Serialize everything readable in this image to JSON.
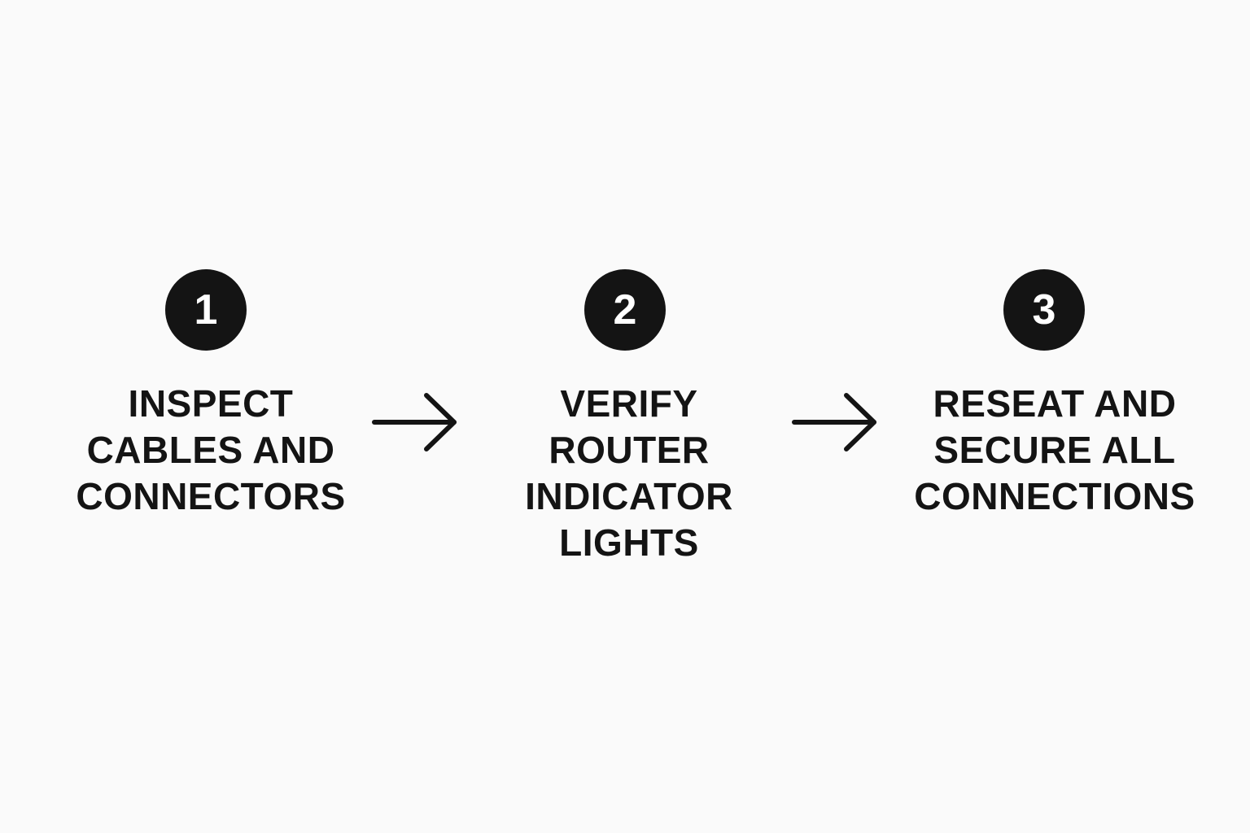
{
  "colors": {
    "background": "#fafafa",
    "badge_fill": "#141414",
    "badge_text": "#ffffff",
    "text": "#141414",
    "arrow": "#141414"
  },
  "steps": [
    {
      "number": "1",
      "lines": [
        "INSPECT",
        "CABLES AND",
        "CONNECTORS"
      ]
    },
    {
      "number": "2",
      "lines": [
        "VERIFY",
        "ROUTER",
        "INDICATOR",
        "LIGHTS"
      ]
    },
    {
      "number": "3",
      "lines": [
        "RESEAT AND",
        "SECURE ALL",
        "CONNECTIONS"
      ]
    }
  ],
  "connectors": [
    {
      "icon": "arrow-right-icon"
    },
    {
      "icon": "arrow-right-icon"
    }
  ]
}
